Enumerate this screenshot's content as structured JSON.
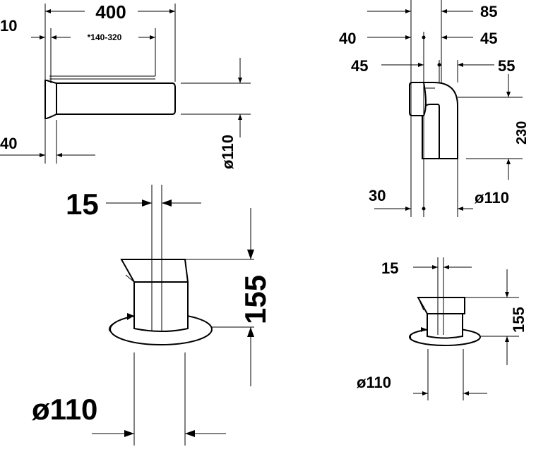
{
  "colors": {
    "ink": "#000000",
    "paper": "#ffffff"
  },
  "views": {
    "straight_pipe": {
      "length": "400",
      "offset_top": "10",
      "range": "*140-320",
      "offset_bottom": "40",
      "diameter": "ø110"
    },
    "elbow": {
      "top_width": "85",
      "left_offset": "40",
      "right_offset_top": "45",
      "inner_left": "45",
      "inner_right": "55",
      "height": "230",
      "bottom_offset": "30",
      "diameter": "ø110"
    },
    "large_sleeve": {
      "offset": "15",
      "height": "155",
      "diameter": "ø110"
    },
    "small_sleeve": {
      "offset": "15",
      "height": "155",
      "diameter": "ø110"
    }
  }
}
